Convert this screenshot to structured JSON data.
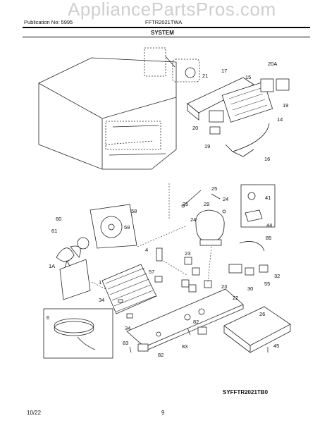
{
  "watermark": "AppliancePartsPros.com",
  "header": {
    "publication": "Publication No: 5995",
    "model": "FFTR2021TWA"
  },
  "section_title": "SYSTEM",
  "diagram_code": "SYFFTR2021TB0",
  "footer": {
    "date": "10/22",
    "page": "9"
  },
  "callouts": [
    "21",
    "17",
    "15",
    "20A",
    "19",
    "14",
    "20",
    "19",
    "16",
    "25",
    "25",
    "29",
    "24",
    "24",
    "41",
    "58",
    "59",
    "60",
    "61",
    "44",
    "85",
    "4",
    "23",
    "57",
    "1A",
    "1",
    "32",
    "55",
    "30",
    "23",
    "34",
    "22",
    "6",
    "26",
    "34",
    "82",
    "83",
    "83",
    "82",
    "45"
  ]
}
